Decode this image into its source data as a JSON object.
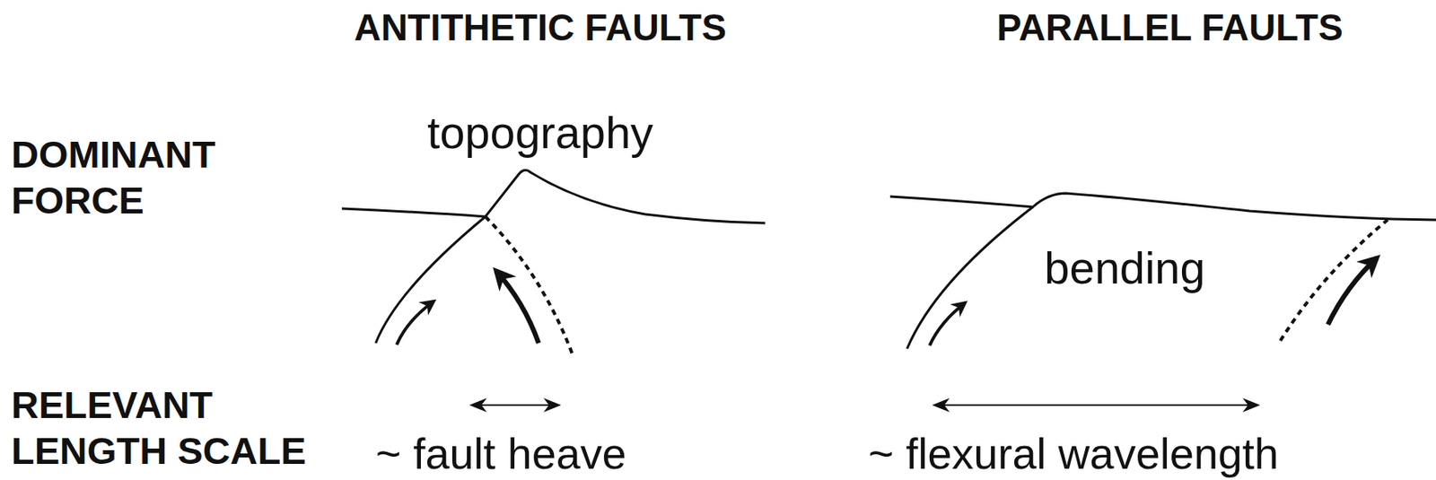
{
  "diagram": {
    "labels": [
      "ANTITHETIC FAULTS",
      "PARALLEL FAULTS",
      "DOMINANT FORCE",
      "topography",
      "bending",
      "RELEVANT LENGTH SCALE",
      "~ fault heave",
      "~ flexural wavelength"
    ]
  }
}
